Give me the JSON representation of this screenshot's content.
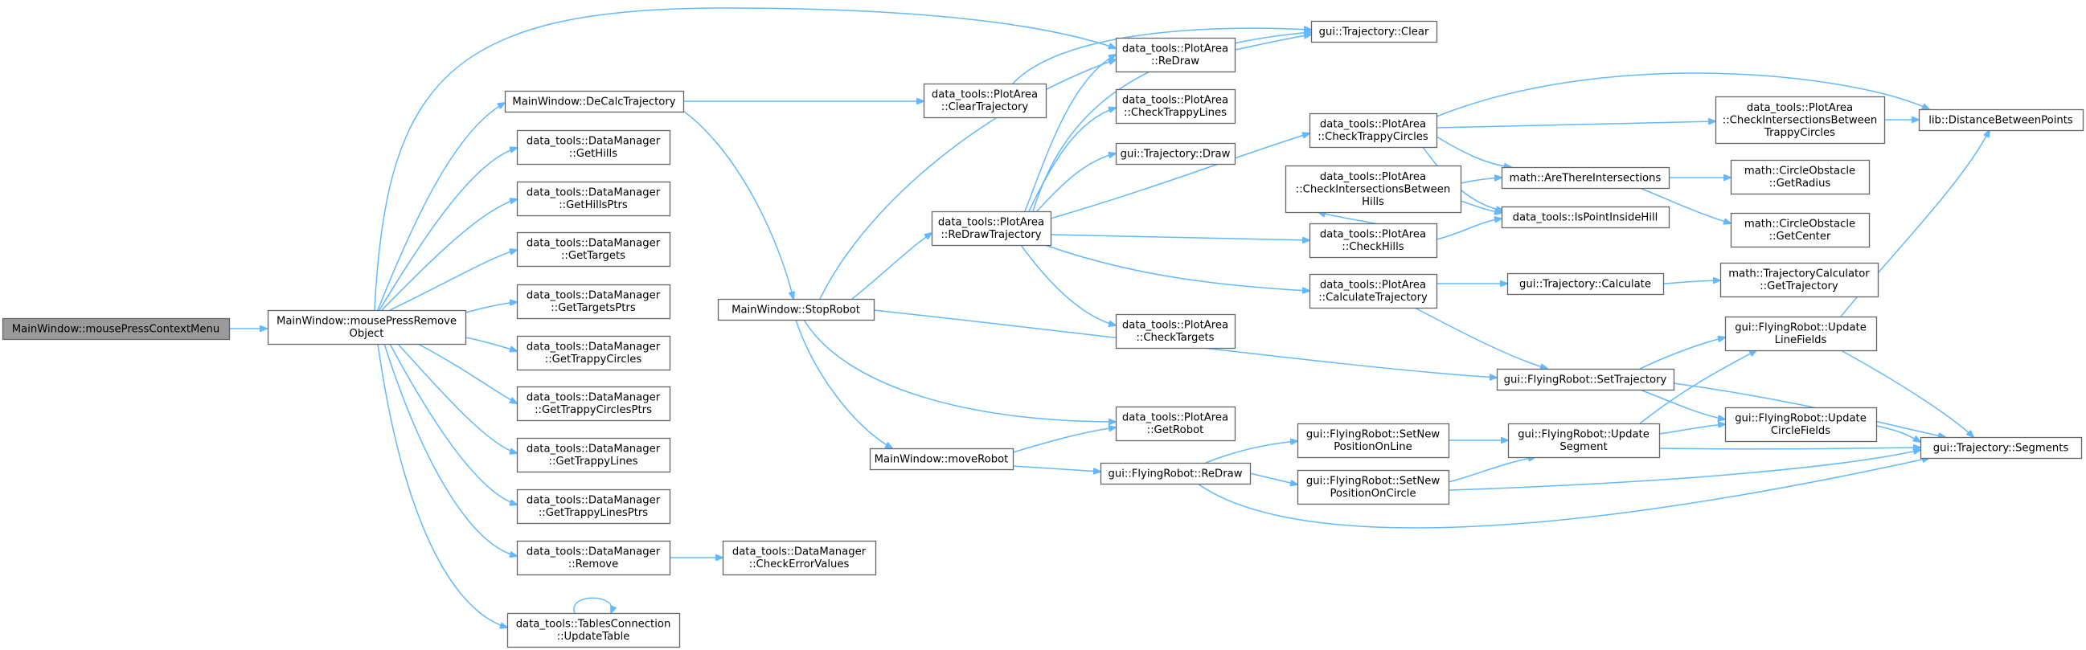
{
  "graph": {
    "type": "call-graph",
    "colors": {
      "edge": "#63b8ff",
      "box_border": "#666666",
      "root_fill": "#9a9a9a",
      "box_fill": "#ffffff"
    },
    "nodes": [
      {
        "id": "mousePressContextMenu",
        "lines": [
          "MainWindow::mousePressContextMenu"
        ],
        "root": true
      },
      {
        "id": "mousePressRemoveObject",
        "lines": [
          "MainWindow::mousePressRemove",
          "Object"
        ]
      },
      {
        "id": "DeCalcTrajectory",
        "lines": [
          "MainWindow::DeCalcTrajectory"
        ]
      },
      {
        "id": "GetHills",
        "lines": [
          "data_tools::DataManager",
          "::GetHills"
        ]
      },
      {
        "id": "GetHillsPtrs",
        "lines": [
          "data_tools::DataManager",
          "::GetHillsPtrs"
        ]
      },
      {
        "id": "GetTargets",
        "lines": [
          "data_tools::DataManager",
          "::GetTargets"
        ]
      },
      {
        "id": "GetTargetsPtrs",
        "lines": [
          "data_tools::DataManager",
          "::GetTargetsPtrs"
        ]
      },
      {
        "id": "GetTrappyCircles",
        "lines": [
          "data_tools::DataManager",
          "::GetTrappyCircles"
        ]
      },
      {
        "id": "GetTrappyCirclesPtrs",
        "lines": [
          "data_tools::DataManager",
          "::GetTrappyCirclesPtrs"
        ]
      },
      {
        "id": "GetTrappyLines",
        "lines": [
          "data_tools::DataManager",
          "::GetTrappyLines"
        ]
      },
      {
        "id": "GetTrappyLinesPtrs",
        "lines": [
          "data_tools::DataManager",
          "::GetTrappyLinesPtrs"
        ]
      },
      {
        "id": "Remove",
        "lines": [
          "data_tools::DataManager",
          "::Remove"
        ]
      },
      {
        "id": "UpdateTable",
        "lines": [
          "data_tools::TablesConnection",
          "::UpdateTable"
        ]
      },
      {
        "id": "CheckErrorValues",
        "lines": [
          "data_tools::DataManager",
          "::CheckErrorValues"
        ]
      },
      {
        "id": "StopRobot",
        "lines": [
          "MainWindow::StopRobot"
        ]
      },
      {
        "id": "moveRobot",
        "lines": [
          "MainWindow::moveRobot"
        ]
      },
      {
        "id": "ClearTrajectory",
        "lines": [
          "data_tools::PlotArea",
          "::ClearTrajectory"
        ]
      },
      {
        "id": "ReDrawTrajectory",
        "lines": [
          "data_tools::PlotArea",
          "::ReDrawTrajectory"
        ]
      },
      {
        "id": "PA_ReDraw",
        "lines": [
          "data_tools::PlotArea",
          "::ReDraw"
        ]
      },
      {
        "id": "CheckTrappyLines",
        "lines": [
          "data_tools::PlotArea",
          "::CheckTrappyLines"
        ]
      },
      {
        "id": "TrajDraw",
        "lines": [
          "gui::Trajectory::Draw"
        ]
      },
      {
        "id": "CheckTargets",
        "lines": [
          "data_tools::PlotArea",
          "::CheckTargets"
        ]
      },
      {
        "id": "GetRobot",
        "lines": [
          "data_tools::PlotArea",
          "::GetRobot"
        ]
      },
      {
        "id": "FR_ReDraw",
        "lines": [
          "gui::FlyingRobot::ReDraw"
        ]
      },
      {
        "id": "TrajClear",
        "lines": [
          "gui::Trajectory::Clear"
        ]
      },
      {
        "id": "CheckTrappyCircles",
        "lines": [
          "data_tools::PlotArea",
          "::CheckTrappyCircles"
        ]
      },
      {
        "id": "CheckIntersectionsBetweenHills",
        "lines": [
          "data_tools::PlotArea",
          "::CheckIntersectionsBetween",
          "Hills"
        ]
      },
      {
        "id": "CheckHills",
        "lines": [
          "data_tools::PlotArea",
          "::CheckHills"
        ]
      },
      {
        "id": "CalculateTrajectory",
        "lines": [
          "data_tools::PlotArea",
          "::CalculateTrajectory"
        ]
      },
      {
        "id": "SetNewPositionOnLine",
        "lines": [
          "gui::FlyingRobot::SetNew",
          "PositionOnLine"
        ]
      },
      {
        "id": "SetNewPositionOnCircle",
        "lines": [
          "gui::FlyingRobot::SetNew",
          "PositionOnCircle"
        ]
      },
      {
        "id": "AreThereIntersections",
        "lines": [
          "math::AreThereIntersections"
        ]
      },
      {
        "id": "IsPointInsideHill",
        "lines": [
          "data_tools::IsPointInsideHill"
        ]
      },
      {
        "id": "TrajCalculate",
        "lines": [
          "gui::Trajectory::Calculate"
        ]
      },
      {
        "id": "SetTrajectory",
        "lines": [
          "gui::FlyingRobot::SetTrajectory"
        ]
      },
      {
        "id": "UpdateSegment",
        "lines": [
          "gui::FlyingRobot::Update",
          "Segment"
        ]
      },
      {
        "id": "CheckIntersectionsBetweenTrappyCircles",
        "lines": [
          "data_tools::PlotArea",
          "::CheckIntersectionsBetween",
          "TrappyCircles"
        ]
      },
      {
        "id": "GetRadius",
        "lines": [
          "math::CircleObstacle",
          "::GetRadius"
        ]
      },
      {
        "id": "GetCenter",
        "lines": [
          "math::CircleObstacle",
          "::GetCenter"
        ]
      },
      {
        "id": "GetTrajectory",
        "lines": [
          "math::TrajectoryCalculator",
          "::GetTrajectory"
        ]
      },
      {
        "id": "UpdateLineFields",
        "lines": [
          "gui::FlyingRobot::Update",
          "LineFields"
        ]
      },
      {
        "id": "UpdateCircleFields",
        "lines": [
          "gui::FlyingRobot::Update",
          "CircleFields"
        ]
      },
      {
        "id": "DistanceBetweenPoints",
        "lines": [
          "lib::DistanceBetweenPoints"
        ]
      },
      {
        "id": "Segments",
        "lines": [
          "gui::Trajectory::Segments"
        ]
      }
    ],
    "edges": [
      [
        "mousePressContextMenu",
        "mousePressRemoveObject"
      ],
      [
        "mousePressRemoveObject",
        "DeCalcTrajectory"
      ],
      [
        "mousePressRemoveObject",
        "GetHills"
      ],
      [
        "mousePressRemoveObject",
        "GetHillsPtrs"
      ],
      [
        "mousePressRemoveObject",
        "GetTargets"
      ],
      [
        "mousePressRemoveObject",
        "GetTargetsPtrs"
      ],
      [
        "mousePressRemoveObject",
        "GetTrappyCircles"
      ],
      [
        "mousePressRemoveObject",
        "GetTrappyCirclesPtrs"
      ],
      [
        "mousePressRemoveObject",
        "GetTrappyLines"
      ],
      [
        "mousePressRemoveObject",
        "GetTrappyLinesPtrs"
      ],
      [
        "mousePressRemoveObject",
        "Remove"
      ],
      [
        "mousePressRemoveObject",
        "UpdateTable"
      ],
      [
        "mousePressRemoveObject",
        "PA_ReDraw"
      ],
      [
        "Remove",
        "CheckErrorValues"
      ],
      [
        "UpdateTable",
        "UpdateTable"
      ],
      [
        "DeCalcTrajectory",
        "ClearTrajectory"
      ],
      [
        "DeCalcTrajectory",
        "StopRobot"
      ],
      [
        "ClearTrajectory",
        "TrajClear"
      ],
      [
        "StopRobot",
        "PA_ReDraw"
      ],
      [
        "StopRobot",
        "ReDrawTrajectory"
      ],
      [
        "StopRobot",
        "GetRobot"
      ],
      [
        "StopRobot",
        "moveRobot"
      ],
      [
        "StopRobot",
        "SetTrajectory"
      ],
      [
        "moveRobot",
        "GetRobot"
      ],
      [
        "moveRobot",
        "FR_ReDraw"
      ],
      [
        "ReDrawTrajectory",
        "PA_ReDraw"
      ],
      [
        "ReDrawTrajectory",
        "CheckTrappyLines"
      ],
      [
        "ReDrawTrajectory",
        "TrajDraw"
      ],
      [
        "ReDrawTrajectory",
        "CheckTargets"
      ],
      [
        "ReDrawTrajectory",
        "CheckHills"
      ],
      [
        "ReDrawTrajectory",
        "CheckTrappyCircles"
      ],
      [
        "ReDrawTrajectory",
        "CalculateTrajectory"
      ],
      [
        "ReDrawTrajectory",
        "TrajClear"
      ],
      [
        "PA_ReDraw",
        "TrajClear"
      ],
      [
        "CheckHills",
        "CheckIntersectionsBetweenHills"
      ],
      [
        "CheckHills",
        "IsPointInsideHill"
      ],
      [
        "CheckIntersectionsBetweenHills",
        "AreThereIntersections"
      ],
      [
        "CheckIntersectionsBetweenHills",
        "IsPointInsideHill"
      ],
      [
        "CheckTrappyCircles",
        "CheckIntersectionsBetweenTrappyCircles"
      ],
      [
        "CheckTrappyCircles",
        "AreThereIntersections"
      ],
      [
        "CheckTrappyCircles",
        "IsPointInsideHill"
      ],
      [
        "CheckTrappyCircles",
        "DistanceBetweenPoints"
      ],
      [
        "CheckIntersectionsBetweenTrappyCircles",
        "DistanceBetweenPoints"
      ],
      [
        "AreThereIntersections",
        "GetRadius"
      ],
      [
        "AreThereIntersections",
        "GetCenter"
      ],
      [
        "CalculateTrajectory",
        "TrajCalculate"
      ],
      [
        "CalculateTrajectory",
        "SetTrajectory"
      ],
      [
        "TrajCalculate",
        "GetTrajectory"
      ],
      [
        "SetTrajectory",
        "UpdateLineFields"
      ],
      [
        "SetTrajectory",
        "UpdateCircleFields"
      ],
      [
        "SetTrajectory",
        "Segments"
      ],
      [
        "FR_ReDraw",
        "SetNewPositionOnLine"
      ],
      [
        "FR_ReDraw",
        "SetNewPositionOnCircle"
      ],
      [
        "FR_ReDraw",
        "Segments"
      ],
      [
        "SetNewPositionOnLine",
        "UpdateSegment"
      ],
      [
        "SetNewPositionOnCircle",
        "UpdateSegment"
      ],
      [
        "SetNewPositionOnCircle",
        "Segments"
      ],
      [
        "UpdateSegment",
        "UpdateLineFields"
      ],
      [
        "UpdateSegment",
        "UpdateCircleFields"
      ],
      [
        "UpdateSegment",
        "Segments"
      ],
      [
        "UpdateLineFields",
        "DistanceBetweenPoints"
      ],
      [
        "UpdateLineFields",
        "Segments"
      ],
      [
        "UpdateCircleFields",
        "Segments"
      ]
    ]
  }
}
